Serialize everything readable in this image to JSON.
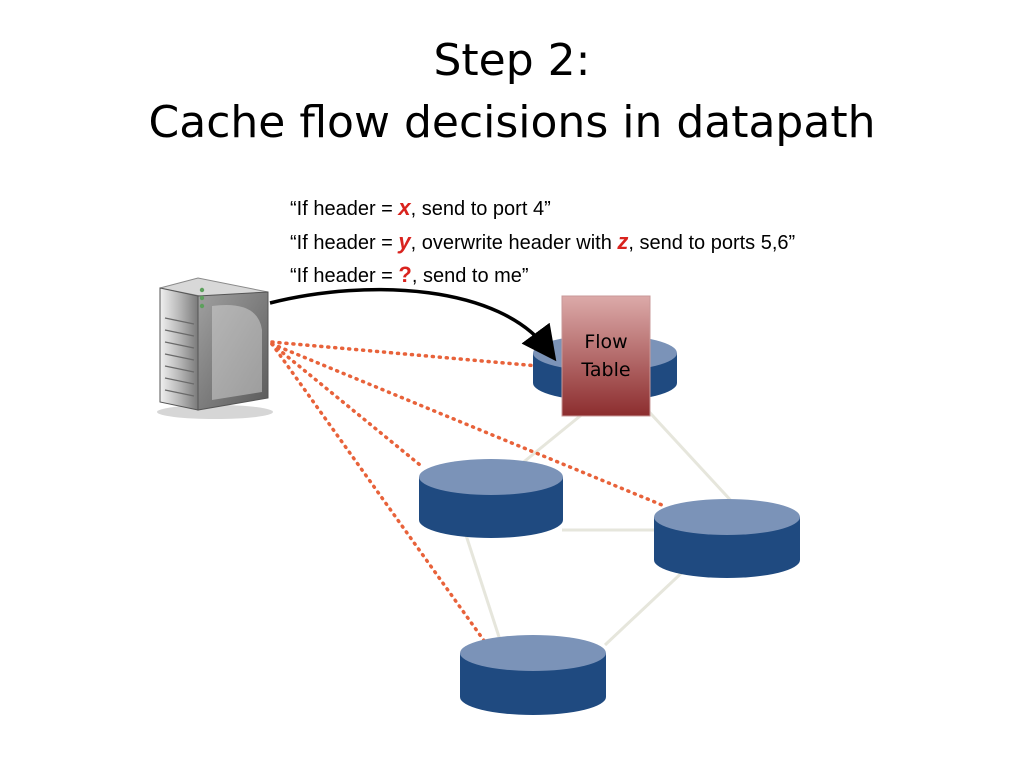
{
  "slide": {
    "title_line1": "Step 2:",
    "title_line2": "Cache flow decisions in datapath"
  },
  "rules": [
    {
      "prefix": "“If header = ",
      "value": "x",
      "suffix": ", send to port 4”"
    },
    {
      "prefix": "“If header = ",
      "value": "y",
      "middle": ", overwrite header with ",
      "value2": "z",
      "suffix": ", send to ports 5,6”"
    },
    {
      "prefix": "“If header = ",
      "value": "?",
      "suffix": ", send to me”"
    }
  ],
  "flow_table": {
    "line1": "Flow",
    "line2": "Table"
  },
  "icons": {
    "controller": "server-tower-icon",
    "switch": "switch-cylinder-icon"
  },
  "colors": {
    "switch_top": "#7b93b8",
    "switch_body": "#1f4a80",
    "flow_table_top": "#d9a6a6",
    "flow_table_bottom": "#8d2e2f",
    "control_link": "#e8623a",
    "data_link": "#e6e6dc",
    "accent_red": "#d9231e"
  }
}
